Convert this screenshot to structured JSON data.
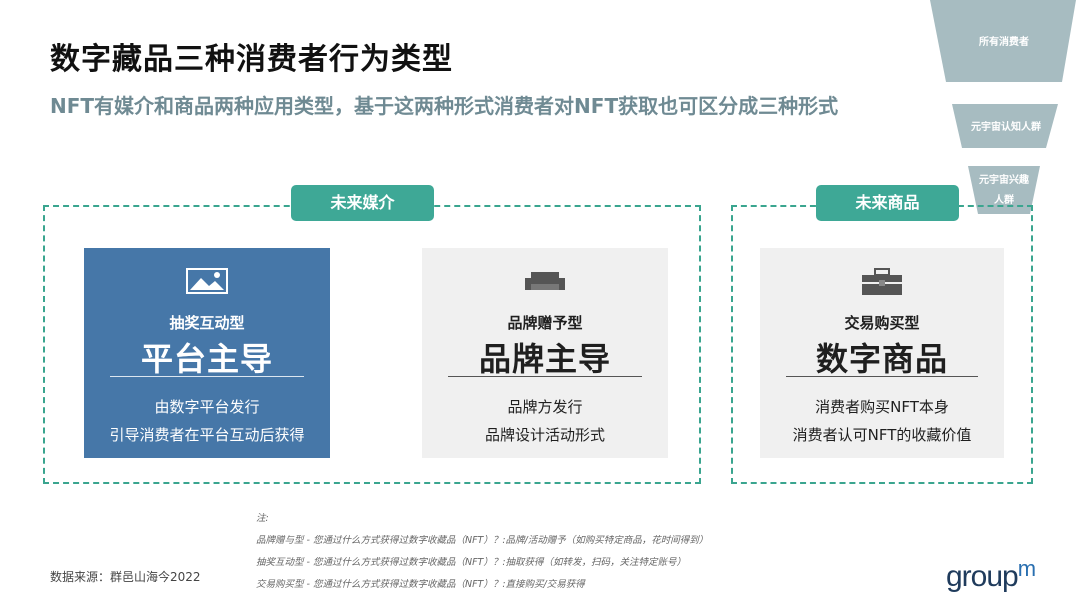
{
  "title": "数字藏品三种消费者行为类型",
  "subtitle": "NFT有媒介和商品两种应用类型，基于这两种形式消费者对NFT获取也可区分成三种形式",
  "funnel": {
    "level1": "所有消费者",
    "level2": "元宇宙认知人群",
    "level3": "元宇宙兴趣人群"
  },
  "groups": {
    "media": {
      "tag": "未来媒介"
    },
    "goods": {
      "tag": "未来商品"
    }
  },
  "cards": [
    {
      "icon": "image-icon",
      "type": "抽奖互动型",
      "main": "平台主导",
      "line1": "由数字平台发行",
      "line2": "引导消费者在平台互动后获得"
    },
    {
      "icon": "sofa-icon",
      "type": "品牌赠予型",
      "main": "品牌主导",
      "line1": "品牌方发行",
      "line2": "品牌设计活动形式"
    },
    {
      "icon": "toolbox-icon",
      "type": "交易购买型",
      "main": "数字商品",
      "line1": "消费者购买NFT本身",
      "line2": "消费者认可NFT的收藏价值"
    }
  ],
  "notes": [
    "注:",
    "品牌赠与型 - 您通过什么方式获得过数字收藏品（NFT）？:品牌/活动赠予（如购买特定商品，花时间得到）",
    "抽奖互动型 - 您通过什么方式获得过数字收藏品（NFT）？:抽取获得（如转发，扫码，关注特定账号）",
    "交易购买型 - 您通过什么方式获得过数字收藏品（NFT）？:直接购买/交易获得"
  ],
  "source": "数据来源：群邑山海今2022",
  "logo": {
    "text": "group",
    "sup": "m"
  },
  "colors": {
    "accent": "#3ea896",
    "card_blue": "#4677a8",
    "card_gray": "#f0f0f0",
    "funnel": "#a7bcc1"
  }
}
